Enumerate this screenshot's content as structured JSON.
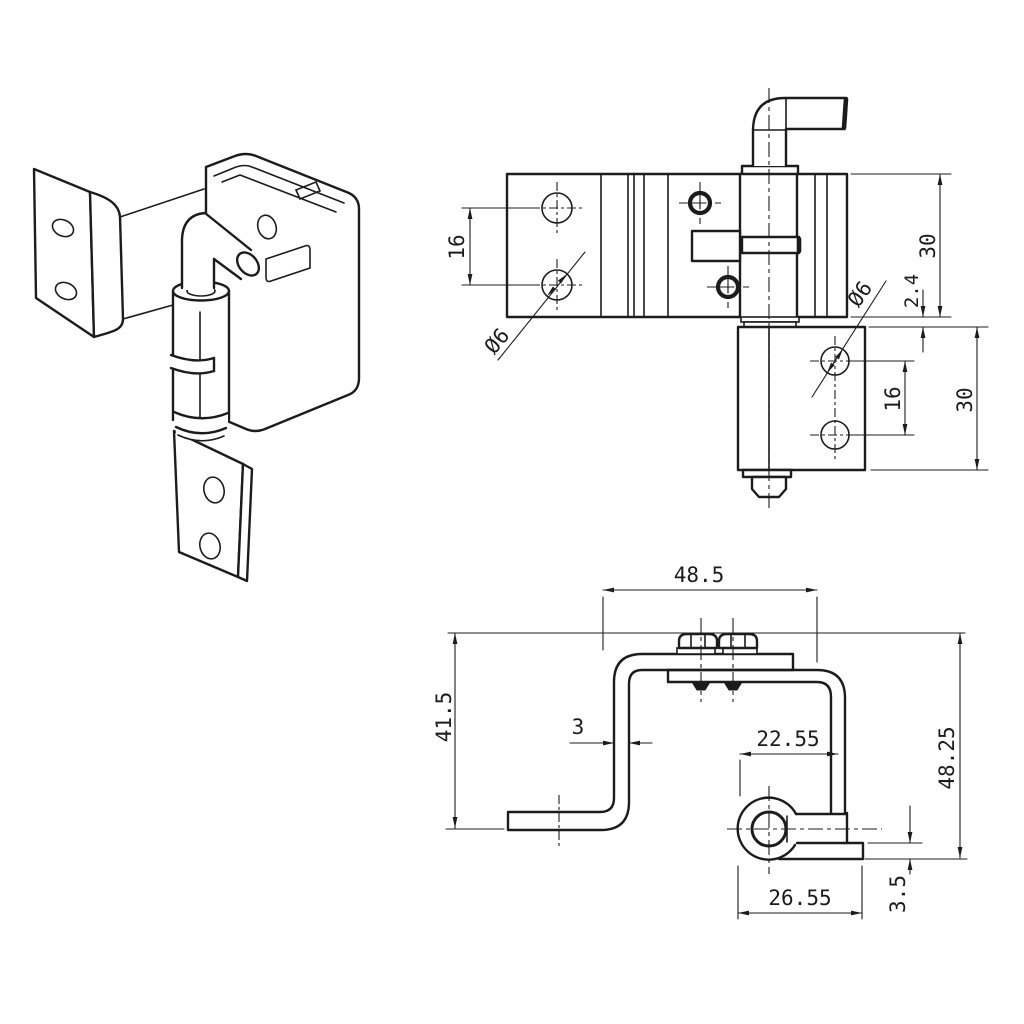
{
  "drawing": {
    "type": "engineering-cad-drawing",
    "subject": "concealed pin hinge with mounting brackets",
    "background_color": "#ffffff",
    "line_color": "#1c1c1c",
    "views": [
      "isometric",
      "front",
      "side-profile"
    ]
  },
  "front_view": {
    "dims": {
      "hole_spacing_left": "16",
      "upper_leaf_height": "30",
      "leaf_gap": "2.4",
      "hole_dia_left": "Ø6",
      "hole_dia_right": "Ø6",
      "hole_spacing_right": "16",
      "lower_leaf_height": "30"
    }
  },
  "side_view": {
    "dims": {
      "top_width": "48.5",
      "left_height": "41.5",
      "sheet_thickness": "3",
      "pin_offset_inner": "22.55",
      "right_height": "48.25",
      "pin_offset_outer": "26.55",
      "tab_thickness": "3.5"
    }
  }
}
